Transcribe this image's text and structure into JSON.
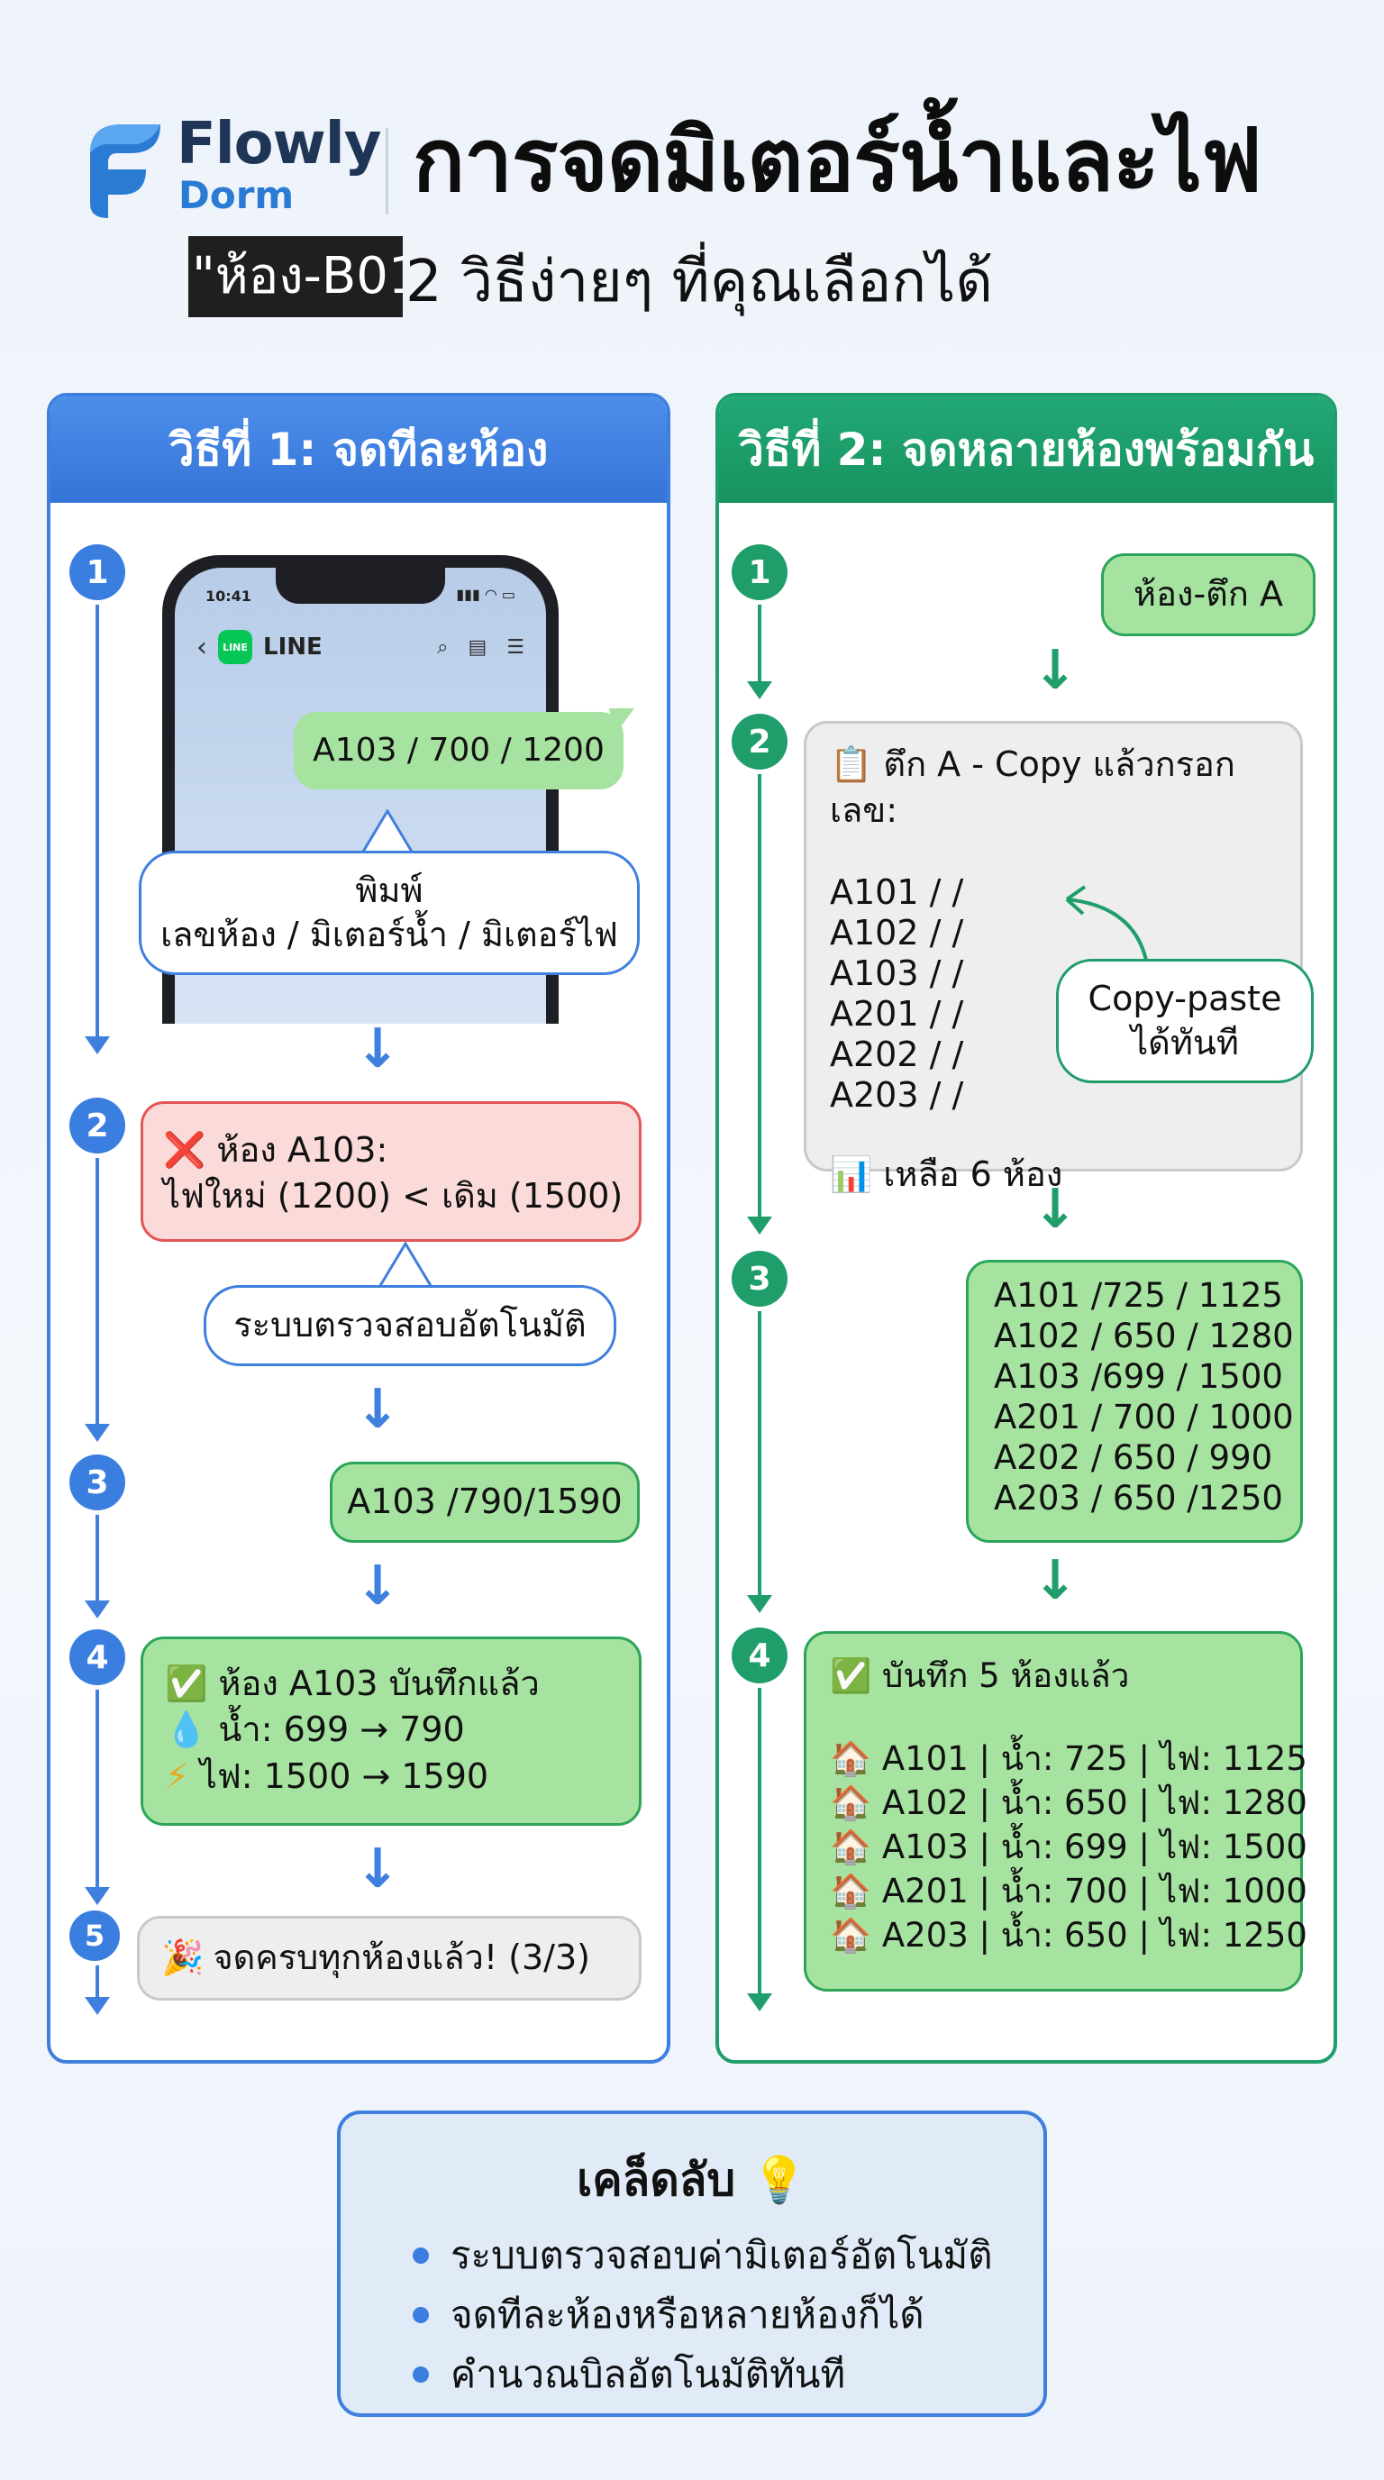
{
  "header": {
    "brand_name": "Flowly",
    "brand_sub": "Dorm",
    "title": "การจดมิเตอร์น้ำและไฟ",
    "tag": "\"ห้อง-B01",
    "subtitle": "2 วิธีง่ายๆ ที่คุณเลือกได้"
  },
  "method1": {
    "title": "วิธีที่ 1: จดทีละห้อง",
    "steps": [
      "1",
      "2",
      "3",
      "4",
      "5"
    ],
    "phone": {
      "time": "10:41",
      "app_name": "LINE",
      "app_logo": "LINE",
      "message": "A103 / 700 / 1200"
    },
    "callout1": {
      "line1": "พิมพ์",
      "line2": "เลขห้อง / มิเตอร์น้ำ / มิเตอร์ไฟ"
    },
    "error": {
      "icon": "❌",
      "line1": "ห้อง A103:",
      "line2": "ไฟใหม่ (1200) < เดิม (1500)"
    },
    "callout2": "ระบบตรวจสอบอัตโนมัติ",
    "message2": "A103 /790/1590",
    "success": {
      "icon": "✅",
      "line1": "ห้อง A103 บันทึกแล้ว",
      "water_icon": "💧",
      "water": "น้ำ: 699 → 790",
      "power_icon": "⚡",
      "power": "ไฟ: 1500 → 1590"
    },
    "done": {
      "icon": "🎉",
      "text": "จดครบทุกห้องแล้ว! (3/3)"
    }
  },
  "method2": {
    "title": "วิธีที่ 2: จดหลายห้องพร้อมกัน",
    "steps": [
      "1",
      "2",
      "3",
      "4"
    ],
    "message1": "ห้อง-ตึก A",
    "template": {
      "icon": "📋",
      "header": "ตึก A - Copy แล้วกรอกเลข:",
      "rows": [
        "A101 / /",
        "A102 / /",
        "A103 / /",
        "A201 / /",
        "A202 / /",
        "A203 / /"
      ],
      "remaining_icon": "📊",
      "remaining": "เหลือ 6 ห้อง"
    },
    "callout": {
      "line1": "Copy-paste",
      "line2": "ได้ทันที"
    },
    "filled": [
      "A101 /725 / 1125",
      "A102 / 650 / 1280",
      "A103 /699 / 1500",
      "A201 / 700 / 1000",
      "A202 / 650 / 990",
      "A203 / 650 /1250"
    ],
    "result": {
      "icon": "✅",
      "header": "บันทึก 5 ห้องแล้ว",
      "row_icon": "🏠",
      "rows": [
        "A101 | น้ำ: 725 | ไฟ: 1125",
        "A102 | น้ำ: 650 | ไฟ: 1280",
        "A103 | น้ำ: 699 | ไฟ: 1500",
        "A201 | น้ำ: 700 | ไฟ: 1000",
        "A203 | น้ำ: 650 | ไฟ: 1250"
      ]
    }
  },
  "tips": {
    "title": "เคล็ดลับ",
    "icon": "💡",
    "items": [
      "ระบบตรวจสอบค่ามิเตอร์อัตโนมัติ",
      "จดทีละห้องหรือหลายห้องก็ได้",
      "คำนวณบิลอัตโนมัติทันที"
    ]
  },
  "colors": {
    "blue": "#3f7fde",
    "green": "#1f9e6b",
    "bubble_green": "#a6e3a0",
    "error_red": "#e35656"
  }
}
